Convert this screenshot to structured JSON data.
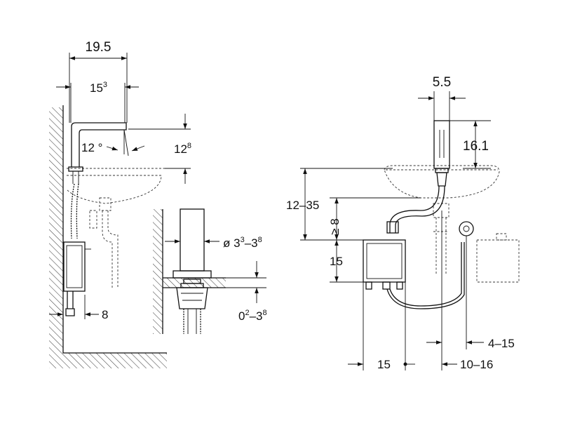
{
  "dimensions": {
    "spout_reach": "19.5",
    "outlet_offset_main": "15",
    "outlet_offset_sup": "3",
    "angle": "12 °",
    "spout_height_main": "12",
    "spout_height_sup": "8",
    "cable_clearance": "8",
    "hole_dia_prefix": "ø 3",
    "hole_dia_sup1": "3",
    "hole_dia_mid": "–3",
    "hole_dia_sup2": "8",
    "deck_thick_main": "0",
    "deck_thick_sup1": "2",
    "deck_thick_mid": "–3",
    "deck_thick_sup2": "8",
    "spout_width": "5.5",
    "spout_body_height": "16.1",
    "box_depth_range": "12–35",
    "min_depth": "≥ 8",
    "box_height": "15",
    "box_width": "15",
    "cable_range_a": "10–16",
    "cable_range_b": "4–15"
  },
  "colors": {
    "line": "#111111",
    "background": "#ffffff",
    "hatch": "#444444"
  }
}
